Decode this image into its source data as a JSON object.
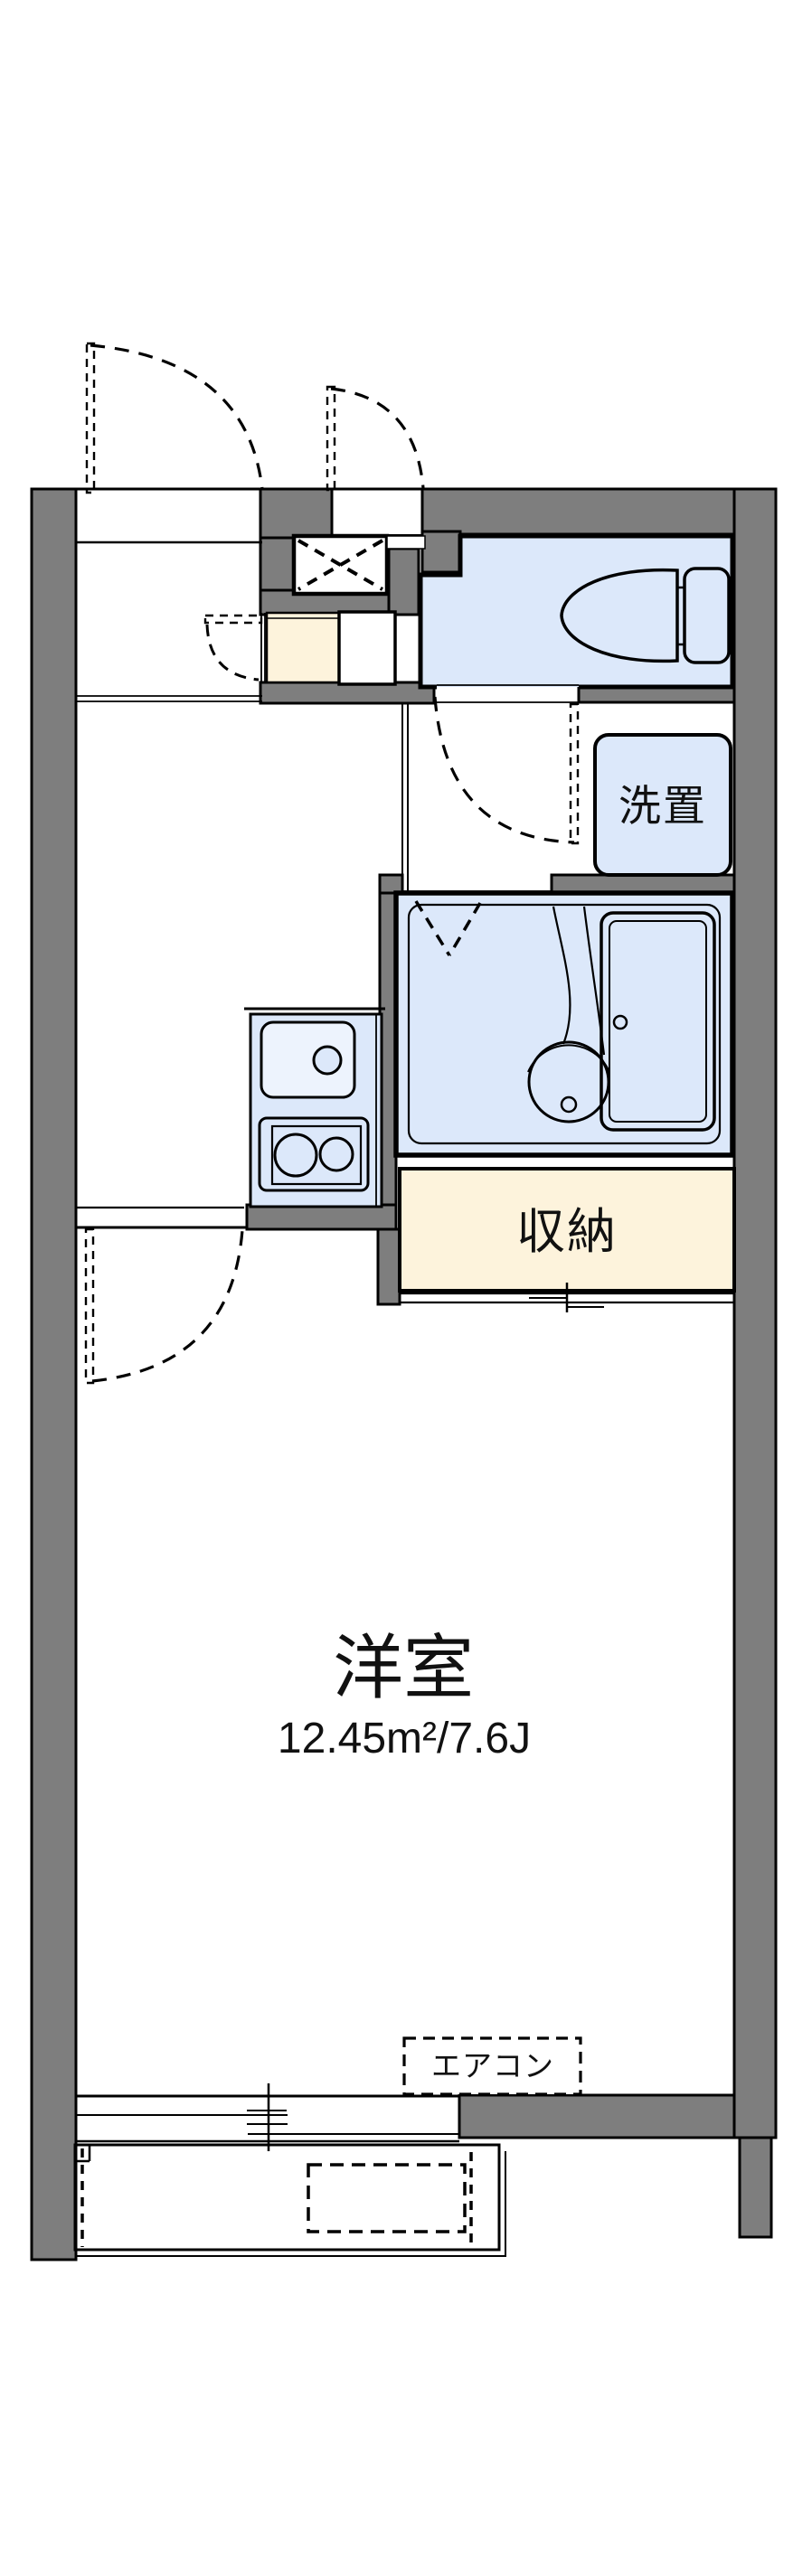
{
  "floorplan": {
    "labels": {
      "washer_place": "洗置",
      "storage": "収納",
      "room_name": "洋室",
      "room_size": "12.45m²/7.6J",
      "air_conditioner": "エアコン"
    },
    "fixtures": [
      "toilet",
      "bathtub",
      "wash-basin",
      "kitchen-sink",
      "two-burner-stove",
      "washing-machine-space",
      "storage-closet",
      "pipe-space",
      "shoe-cabinet",
      "air-conditioner",
      "balcony",
      "entrance-door",
      "room-door",
      "sliding-window"
    ],
    "colors": {
      "wall": "#7e7e7e",
      "fixture_fill": "#dce8fa",
      "sink_fill": "#edf3fd",
      "storage_fill": "#fdf3dc",
      "background": "#ffffff",
      "line": "#000000"
    }
  }
}
